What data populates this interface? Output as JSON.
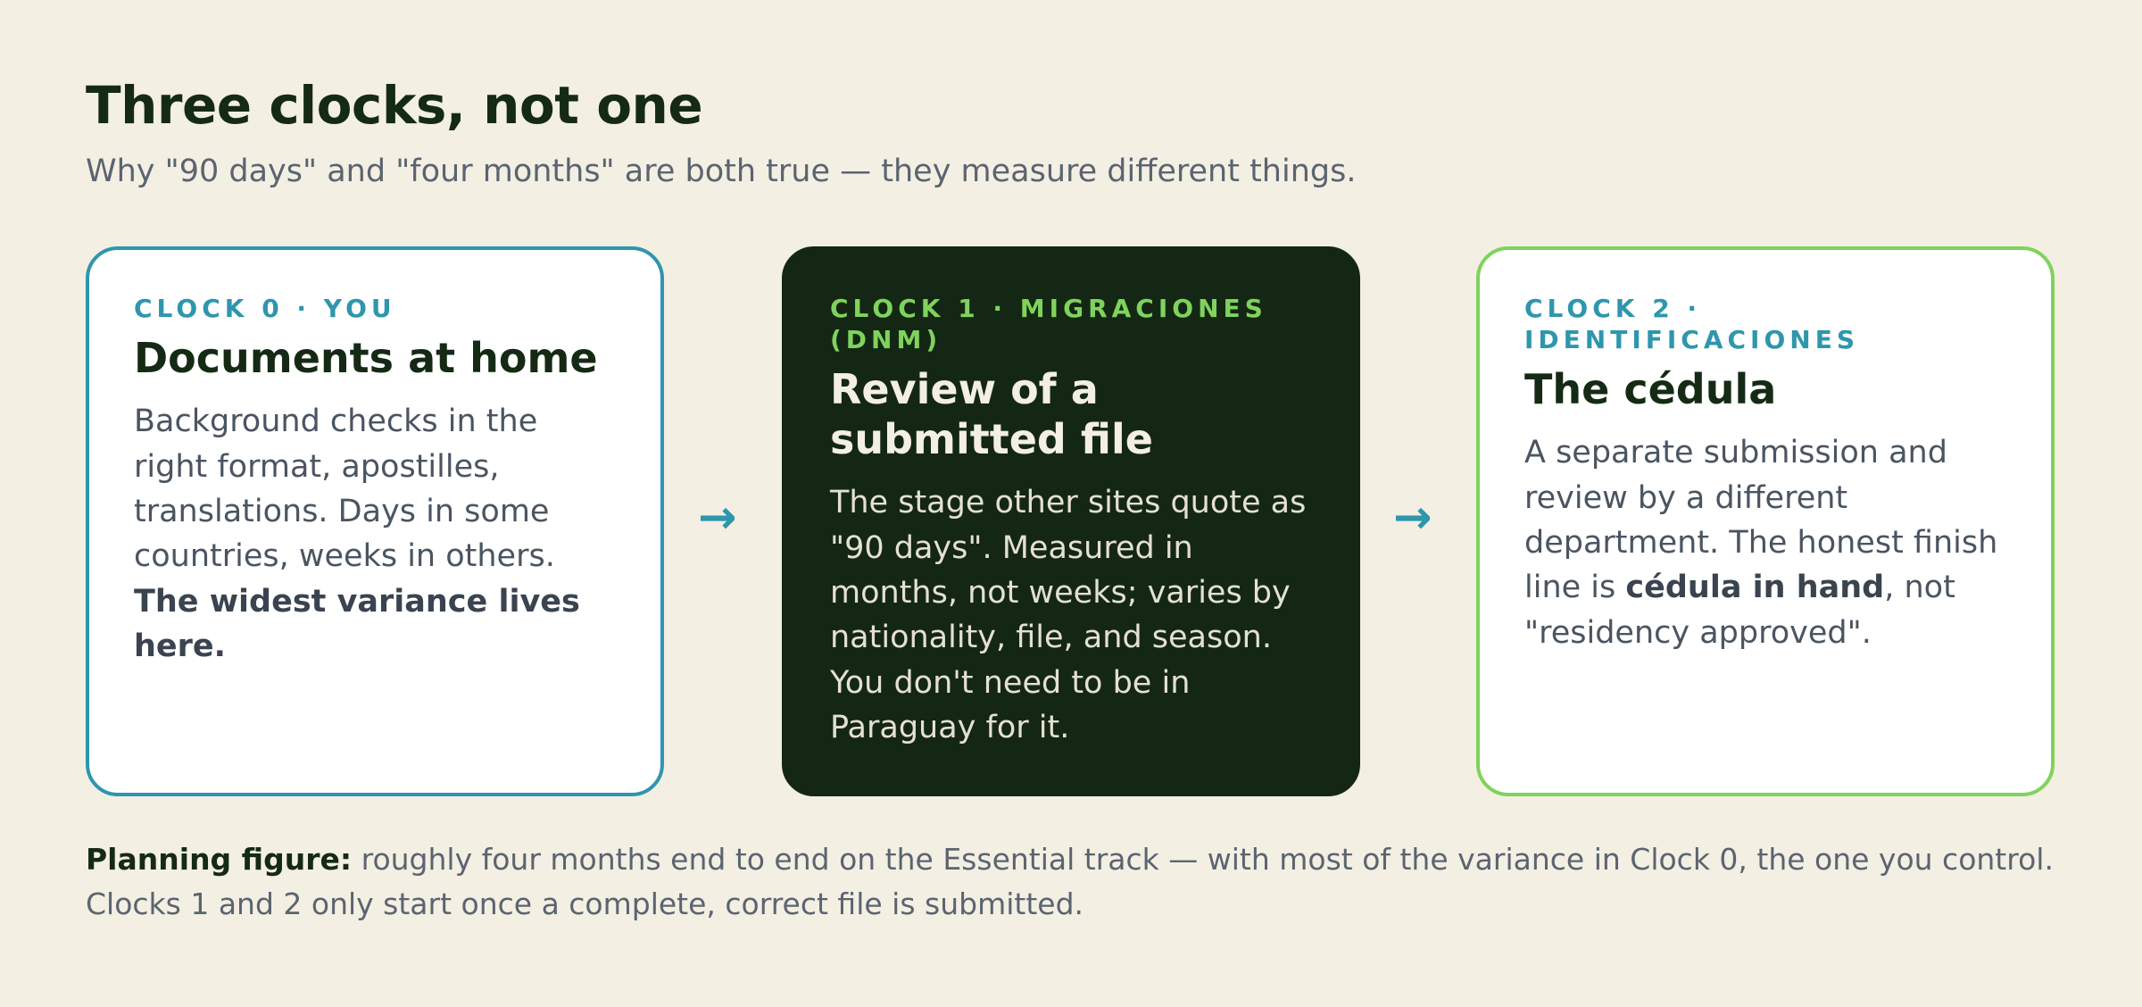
{
  "header": {
    "title": "Three clocks, not one",
    "subtitle": "Why \"90 days\" and \"four months\" are both true — they measure different things."
  },
  "clocks": [
    {
      "eyebrow": "CLOCK 0 · YOU",
      "title": "Documents at home",
      "body": "Background checks in the right format, apostilles, translations. Days in some countries, weeks in others.",
      "body_bold": "The widest variance lives here.",
      "border_color": "#2e96ad"
    },
    {
      "eyebrow": "CLOCK 1 · MIGRACIONES (DNM)",
      "title": "Review of a submitted file",
      "body": "The stage other sites quote as \"90 days\". Measured in months, not weeks; varies by nationality, file, and season. You don't need to be in Paraguay for it.",
      "background_color": "#142714"
    },
    {
      "eyebrow": "CLOCK 2 · IDENTIFICACIONES",
      "title": "The cédula",
      "body_before": "A separate submission and review by a different department. The honest finish line is ",
      "body_bold": "cédula in hand",
      "body_after": ", not \"residency approved\".",
      "border_color": "#7fd35c"
    }
  ],
  "arrows": [
    "→",
    "→"
  ],
  "footnote": {
    "label": "Planning figure:",
    "text": " roughly four months end to end on the Essential track — with most of the variance in Clock 0, the one you control. Clocks 1 and 2 only start once a complete, correct file is submitted."
  }
}
